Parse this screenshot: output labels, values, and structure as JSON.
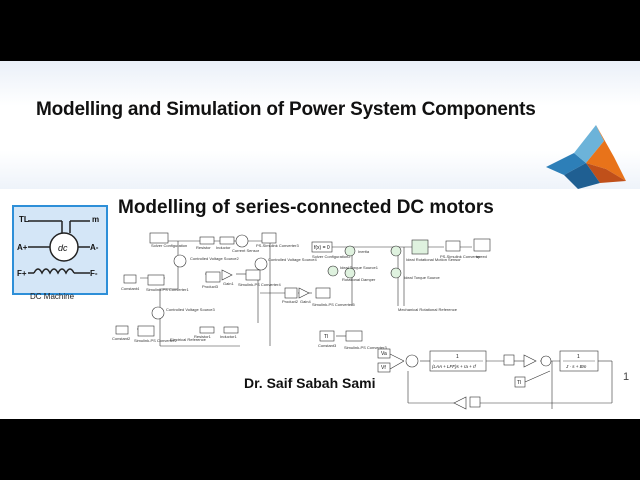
{
  "slide": {
    "main_title": "Modelling and Simulation of Power System Components",
    "subtitle": "Modelling of series-connected DC motors",
    "author": "Dr. Saif Sabah Sami",
    "page_number": "1"
  },
  "dc_machine": {
    "caption": "DC Machine",
    "center_label": "dc",
    "ports": {
      "tl": "TL",
      "m": "m",
      "a_plus": "A+",
      "a_minus": "A-",
      "f_plus": "F+",
      "f_minus": "F-"
    }
  },
  "logo": {
    "icon": "matlab-membrane-logo",
    "colors": [
      "#e8731a",
      "#2d7fb8",
      "#6cb3d9"
    ]
  },
  "diagram_labels": {
    "solver1": "Solver Configuration",
    "resistor": "Resistor",
    "inductor": "Inductor",
    "current_sensor": "Current Sensor",
    "ps_simulink_conv3": "PS-Simulink Converter3",
    "controlled_voltage_source2": "Controlled Voltage Source2",
    "controlled_voltage_source4": "Controlled Voltage Source4",
    "constant4": "Constant4",
    "simulink_ps_converter1": "Simulink-PS Converter1",
    "product3": "Product3",
    "gain1": "Gain1",
    "simulink_ps_converter4": "Simulink-PS Converter4",
    "product2": "Product2",
    "gain4": "Gain4",
    "simulink_ps_converter5": "Simulink-PS Converter5",
    "controlled_voltage_source3": "Controlled Voltage Source3",
    "constant2": "Constant2",
    "simulink_ps_converter2": "Simulink-PS Converter2",
    "resistor1": "Resistor1",
    "inductor1": "Inductor1",
    "electrical_reference": "Electrical Reference",
    "solver2": "Solver Configuration2",
    "inertia": "Inertia",
    "ideal_torque_source1": "Ideal Torque Source1",
    "rotational_damper": "Rotational Damper",
    "ideal_rotational_motion_sensor": "Ideal Rotational Motion Sensor",
    "ideal_torque_source": "Ideal Torque Source",
    "ps_simulink_converter": "PS-Simulink Converter",
    "speed": "speed",
    "mechanical_rotational_reference": "Mechanical Rotational Reference",
    "constant3": "Constant3",
    "simulink_ps_converter3": "Simulink-PS Converter3",
    "tl": "Tl",
    "va": "Va",
    "vf": "Vf",
    "tl_input": "Tl",
    "f_of_x": "f(x) = 0",
    "tf1_num": "1",
    "tf1_den": "(LAA + LFF)s + ra + rf",
    "tf2_num": "1",
    "tf2_den": "J · s + Bm"
  }
}
